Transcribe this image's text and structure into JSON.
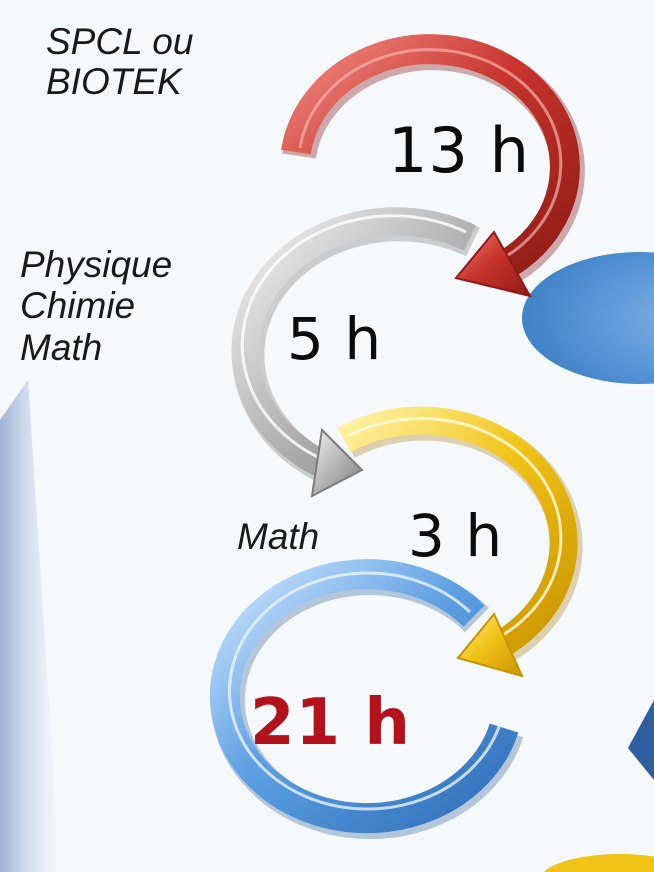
{
  "diagram": {
    "steps": [
      {
        "subject": "SPCL ou\nBIOTEK",
        "hours": "13 h",
        "color": "#c8342c"
      },
      {
        "subject": "Physique\nChimie\nMath",
        "hours": "5 h",
        "color": "#a9a9a9"
      },
      {
        "subject": "Math",
        "hours": "3 h",
        "color": "#f2c418"
      }
    ],
    "total": {
      "hours": "21 h",
      "color": "#4a8fd6",
      "text_color": "#b3121b"
    }
  }
}
